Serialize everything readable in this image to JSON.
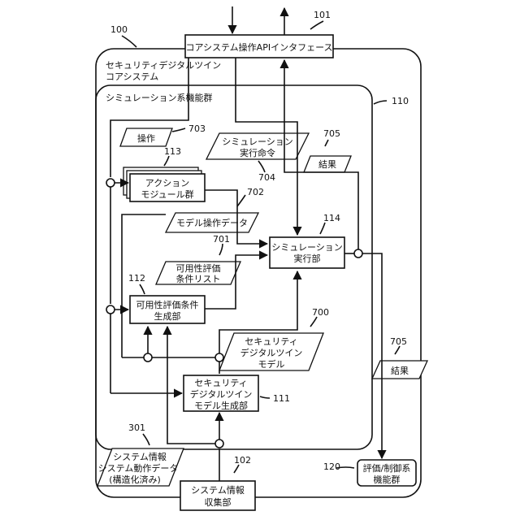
{
  "api_interface": {
    "label": "コアシステム操作APIインタフェース",
    "ref": "101"
  },
  "core_system": {
    "ref": "100",
    "label_line1": "セキュリティデジタルツイン",
    "label_line2": "コアシステム"
  },
  "simulation_group": {
    "ref": "110",
    "label": "シミュレーション系機能群"
  },
  "operation": {
    "ref": "703",
    "label": "操作"
  },
  "sim_command": {
    "ref": "704",
    "line1": "シミュレーション",
    "line2": "実行命令"
  },
  "result_inner": {
    "ref": "705",
    "label": "結果"
  },
  "action_modules": {
    "ref": "113",
    "line1": "アクション",
    "line2": "モジュール群"
  },
  "model_op_data": {
    "ref": "702",
    "label": "モデル操作データ"
  },
  "sim_executor": {
    "ref": "114",
    "line1": "シミュレーション",
    "line2": "実行部"
  },
  "avail_list": {
    "ref": "701",
    "line1": "可用性評価",
    "line2": "条件リスト"
  },
  "avail_gen": {
    "ref": "112",
    "line1": "可用性評価条件",
    "line2": "生成部"
  },
  "dt_model": {
    "ref": "700",
    "line1": "セキュリティ",
    "line2": "デジタルツイン",
    "line3": "モデル"
  },
  "result_outer": {
    "ref": "705",
    "label": "結果"
  },
  "dt_gen": {
    "ref": "111",
    "line1": "セキュリティ",
    "line2": "デジタルツイン",
    "line3": "モデル生成部"
  },
  "sys_info_data": {
    "ref": "301",
    "line1": "システム情報",
    "line2": "システム動作データ",
    "line3": "(構造化済み)"
  },
  "sys_collector": {
    "ref": "102",
    "line1": "システム情報",
    "line2": "収集部"
  },
  "eval_group": {
    "ref": "120",
    "line1": "評価/制御系",
    "line2": "機能群"
  }
}
